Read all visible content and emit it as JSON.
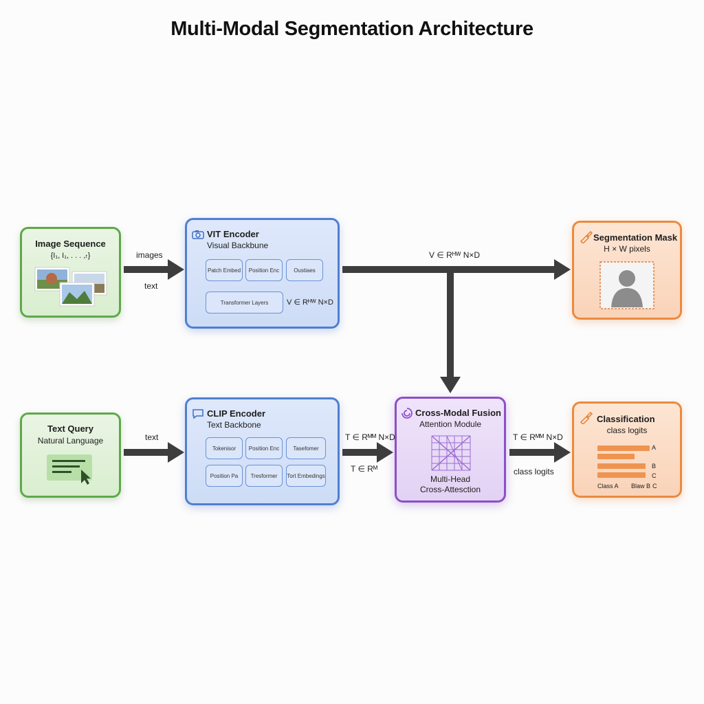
{
  "title": "Multi-Modal Segmentation Architecture",
  "image_sequence": {
    "title": "Image Sequence",
    "subtitle": "{I₁, I₁, . . . ,ₜ}"
  },
  "text_query": {
    "title": "Text Query",
    "subtitle": "Natural Language"
  },
  "vit_encoder": {
    "title": "VIT Encoder",
    "subtitle": "Visual Backbune",
    "blocks": [
      "Patch Embed",
      "Position Enc",
      "Oustiaes"
    ],
    "transformer": "Transformer Layers",
    "output": "V ∈ Rᴴᵂ N×D"
  },
  "clip_encoder": {
    "title": "CLIP Encoder",
    "subtitle": "Text Backbone",
    "blocks_row1": [
      "Tokenisor",
      "Position Enc",
      "Tasefomer"
    ],
    "blocks_row2": [
      "Position Pa",
      "Tresformer",
      "Tort Embedings"
    ]
  },
  "fusion": {
    "title": "Cross-Modal Fusion",
    "subtitle": "Attention Module",
    "caption_line1": "Multi-Head",
    "caption_line2": "Cross-Attesction"
  },
  "segmentation": {
    "title": "Segmentation Mask",
    "subtitle": "H × W pixels"
  },
  "classification": {
    "title": "Classification",
    "subtitle": "class logits",
    "bar_labels": [
      "A",
      "B",
      "C"
    ],
    "axis_labels": [
      "Class A",
      "Blaw B",
      "C"
    ]
  },
  "edge_labels": {
    "images": "images",
    "text_top": "text",
    "text_bottom": "text",
    "v_top": "V ∈ Rᴴᵂ N×D",
    "t_clip_1": "T ∈ Rᴹᴹ N×D",
    "t_clip_2": "T ∈ Rᴹ",
    "t_fusion": "T ∈ Rᴹᴹ N×D",
    "class_logits": "class logits"
  },
  "colors": {
    "green": "#5ea84a",
    "blue": "#4f7fd0",
    "purple": "#8b4fc7",
    "orange": "#eb8a3f",
    "arrow": "#3d3d3d"
  }
}
